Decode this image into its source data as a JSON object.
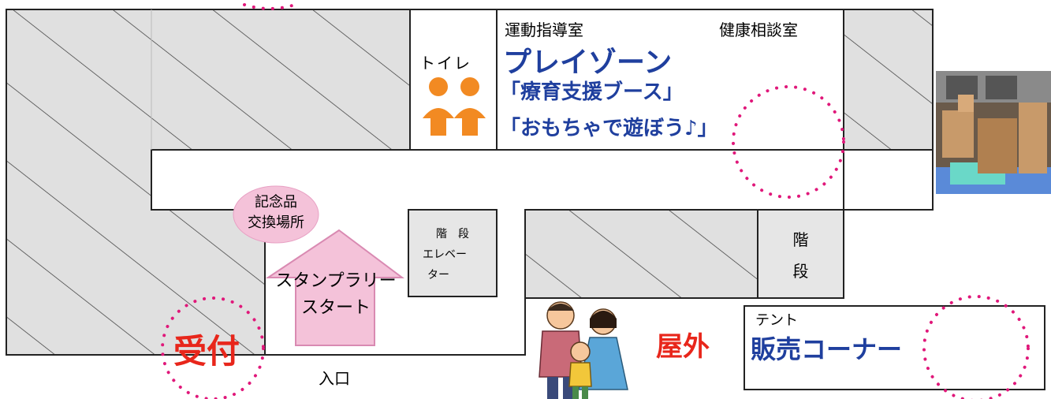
{
  "rooms": {
    "exercise_room": "運動指導室",
    "health_room": "健康相談室",
    "toilet": "トイレ",
    "play_zone": "プレイゾーン",
    "booth_1": "「療育支援ブース」",
    "booth_2": "「おもちゃで遊ぼう♪」",
    "stairs_elevator": [
      "階　段",
      "エレベー",
      "ター"
    ],
    "stairs_right": [
      "階",
      "段"
    ],
    "souvenir": [
      "記念品",
      "交換場所"
    ],
    "stamp_rally": [
      "スタンプラリー",
      "スタート"
    ],
    "reception": "受付",
    "entrance": "入口",
    "outdoor": "屋外",
    "tent": "テント",
    "sales_corner": "販売コーナー"
  },
  "colors": {
    "hatch": "#e0e0e0",
    "wall": "#222222",
    "pink": "#f4c2d9",
    "pink_dark": "#e8a1c4",
    "dots": "#e0187a",
    "blue_text": "#1f3f9e",
    "red_text": "#e8261b",
    "toilet_icon": "#f28a22",
    "stairs_fill": "#e6e6e6"
  }
}
